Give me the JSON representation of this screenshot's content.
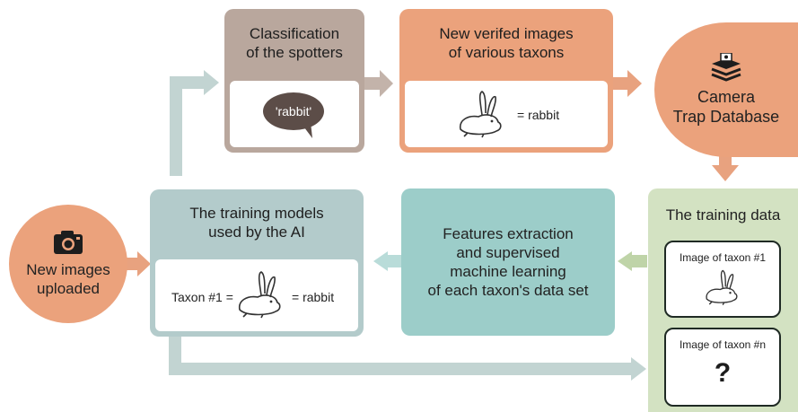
{
  "colors": {
    "orange": "#eba27c",
    "orange_arrow": "#e8a27f",
    "taupe": "#b9a79d",
    "teal": "#9ccdc9",
    "slate": "#b3cbcb",
    "green": "#d3e2c2",
    "green_arrow": "#bfd4a8",
    "bubble": "#5c4d48"
  },
  "nodes": {
    "new_images": {
      "line1": "New images",
      "line2": "uploaded",
      "icon": "camera-icon"
    },
    "spotters": {
      "line1": "Classification",
      "line2": "of the spotters",
      "bubble_text": "'rabbit'"
    },
    "verified": {
      "line1": "New verifed images",
      "line2": "of various taxons",
      "equals_text": "= rabbit",
      "icon": "rabbit-icon"
    },
    "database": {
      "line1": "Camera",
      "line2": "Trap Database",
      "icon": "database-stack-icon"
    },
    "training_models": {
      "line1": "The training models",
      "line2": "used by the AI",
      "taxon_text": "Taxon #1 =",
      "equals_text": "= rabbit",
      "icon": "rabbit-icon"
    },
    "features": {
      "line1": "Features extraction",
      "line2": "and supervised",
      "line3": "machine learning",
      "line4": "of each taxon's data set"
    },
    "training_data": {
      "title": "The training data",
      "card1_title": "Image of taxon #1",
      "card2_title": "Image of taxon #n",
      "card2_symbol": "?",
      "icon": "rabbit-icon"
    }
  }
}
